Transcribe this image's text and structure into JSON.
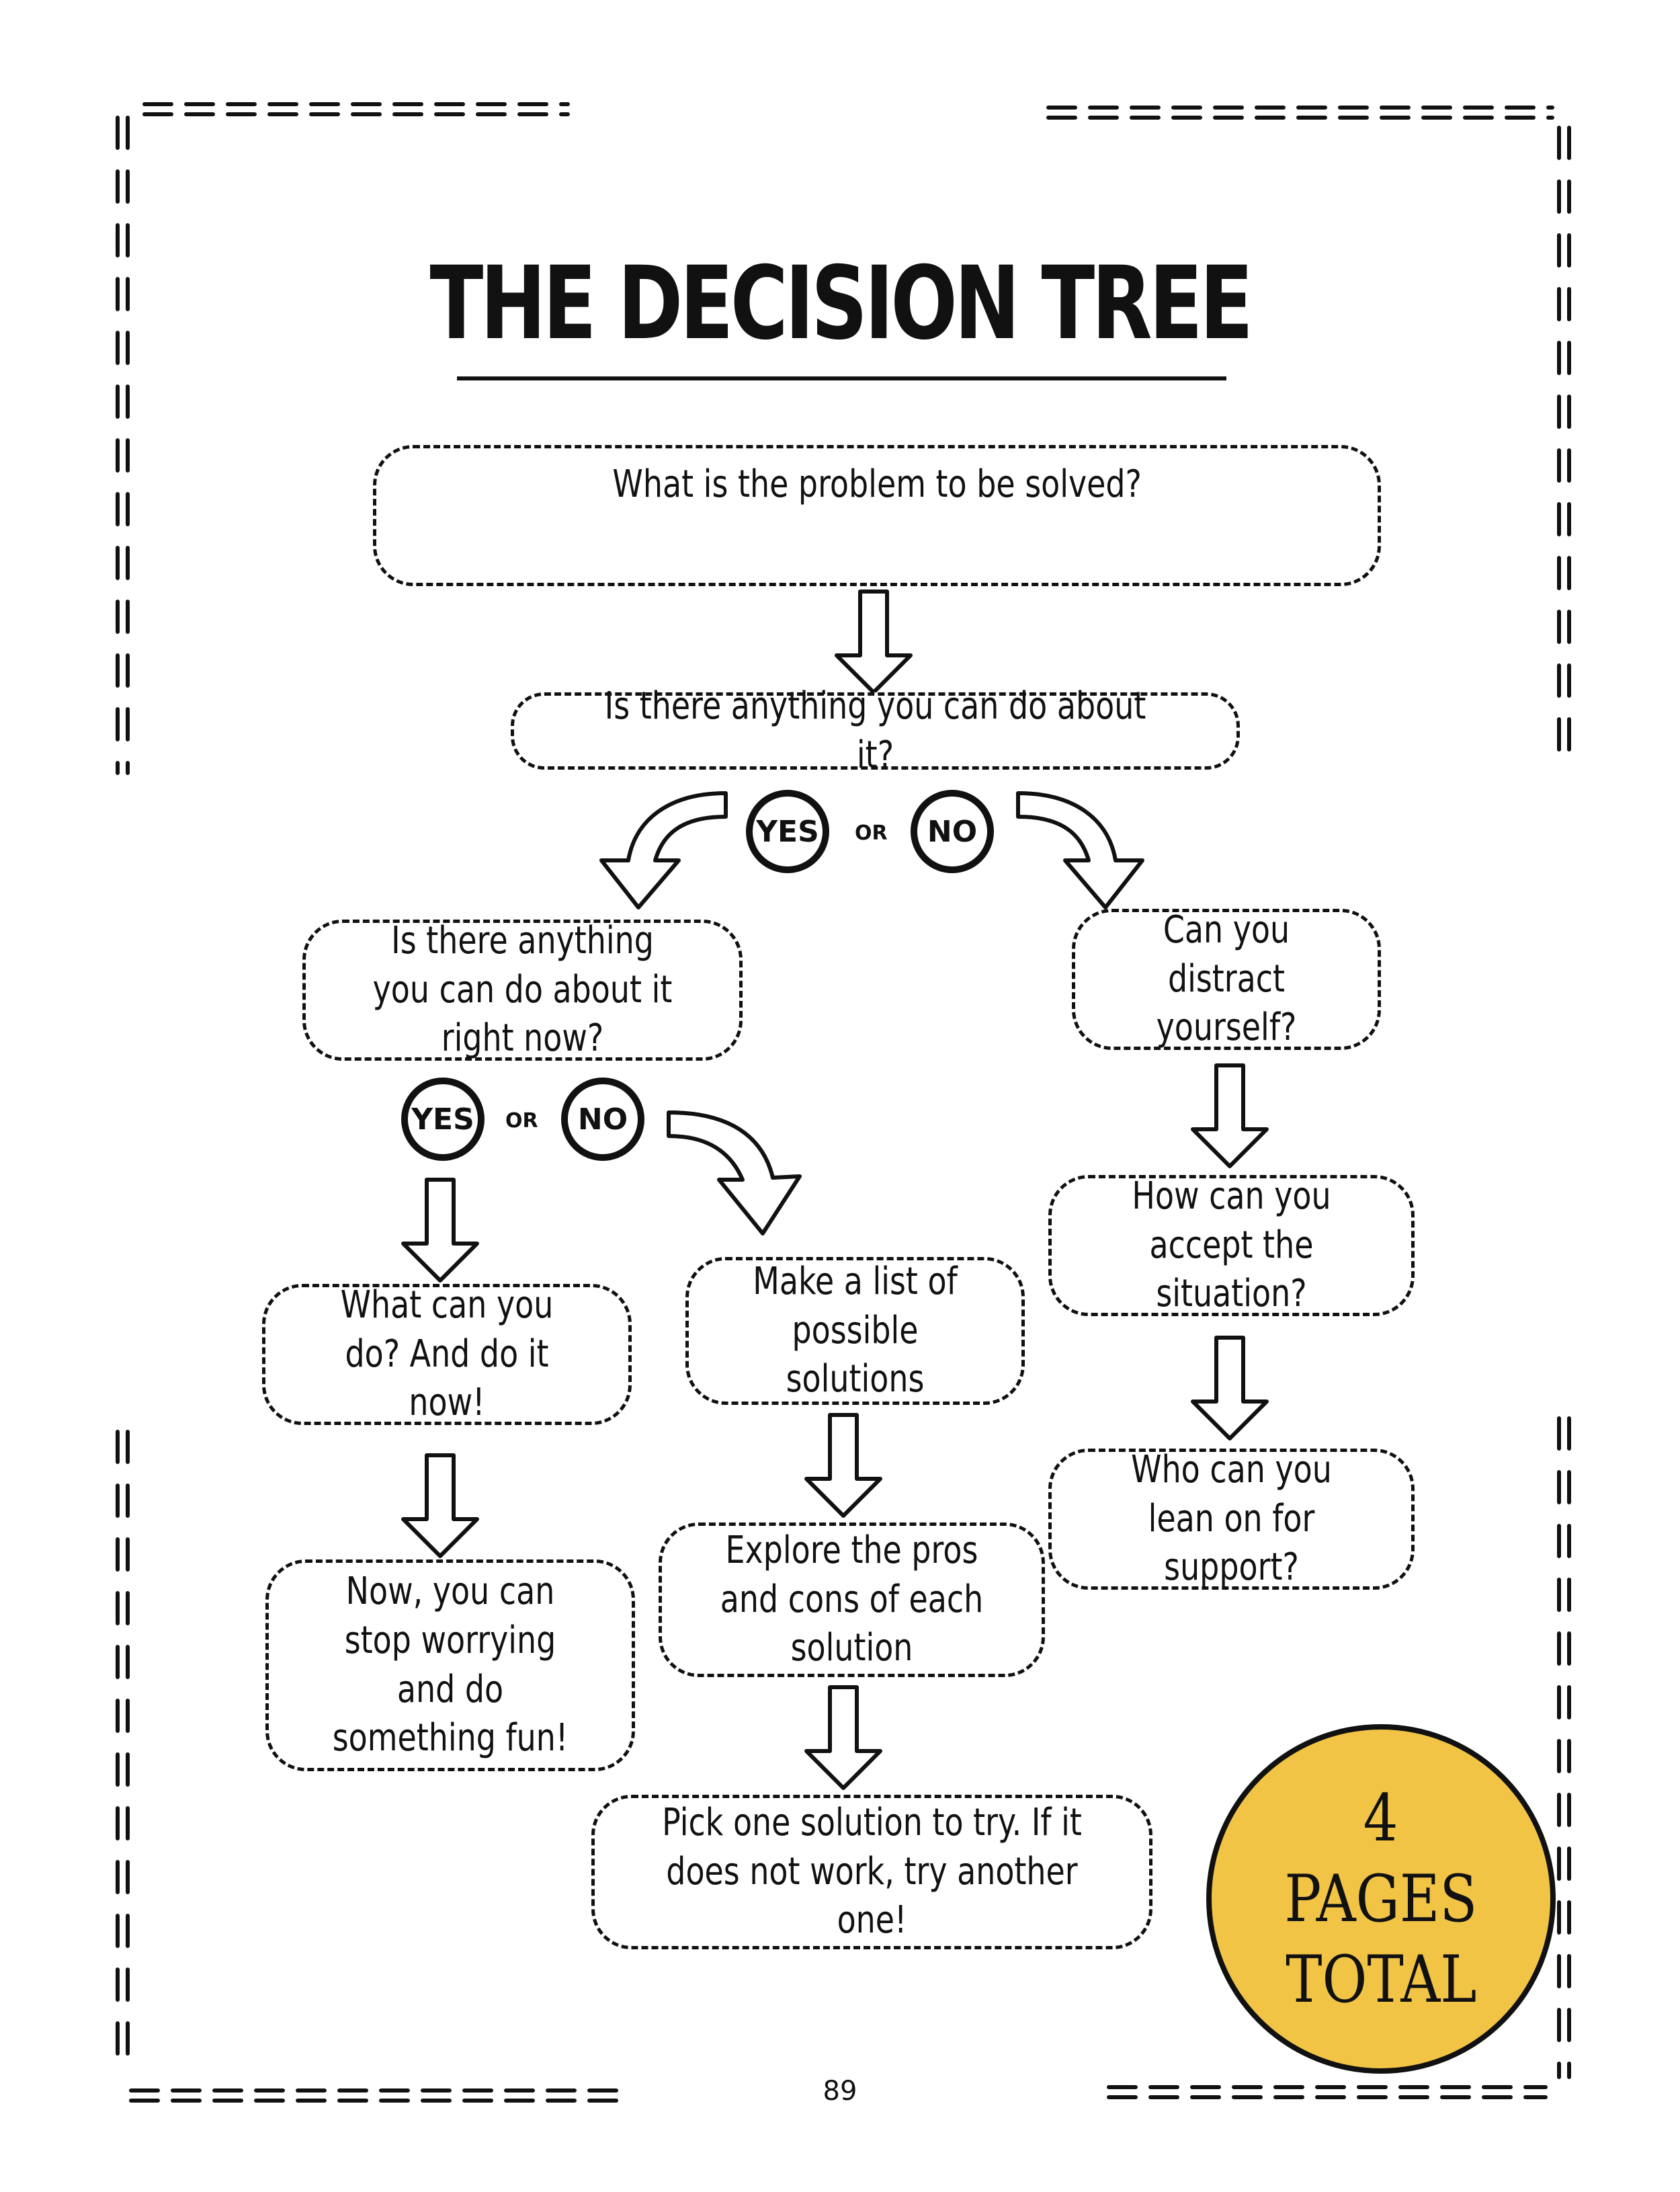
{
  "title": "THE DECISION TREE",
  "nodes": {
    "problem": "What is the problem to be solved?",
    "can_do": "Is there anything you can do about it?",
    "right_now": "Is there anything you can do about it right now?",
    "distract": "Can you distract yourself?",
    "what_do": "What can you do? And do it now!",
    "make_list": "Make a list of possible solutions",
    "accept": "How can you accept the situation?",
    "stop_worry": "Now, you can stop worrying and do something fun!",
    "pros_cons": "Explore the pros and cons of each solution",
    "lean_on": "Who can you lean on for support?",
    "pick_one": "Pick one solution to try. If it does not work, try another one!"
  },
  "choices": {
    "yes": "YES",
    "or": "OR",
    "no": "NO"
  },
  "badge": {
    "number": "4",
    "line1": "PAGES",
    "line2": "TOTAL",
    "color": "#f2c446"
  },
  "page_number": "89",
  "icons": [
    "arrow-down-icon",
    "curved-arrow-left-icon",
    "curved-arrow-right-icon"
  ]
}
